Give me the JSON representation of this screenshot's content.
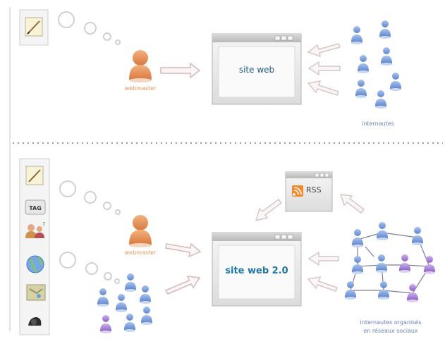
{
  "top": {
    "webmaster_label": "webmaster",
    "window_title": "site web",
    "users_label": "internautes"
  },
  "bottom": {
    "webmaster_label": "webmaster",
    "window_title": "site web 2.0",
    "rss_label": "RSS",
    "users_label_line1": "internautes organisés",
    "users_label_line2": "en réseaux sociaux",
    "tool_icons": [
      "pencil-document-icon",
      "tag-icon",
      "people-icon",
      "globe-icon",
      "map-icon",
      "photo-camera-icon"
    ]
  },
  "colors": {
    "accent_orange": "#e59460",
    "user_blue": "#6f94d6",
    "user_purple": "#a07ad0",
    "window_title_blue": "#1e76a8",
    "arrow_gray": "#d7c7c7"
  }
}
